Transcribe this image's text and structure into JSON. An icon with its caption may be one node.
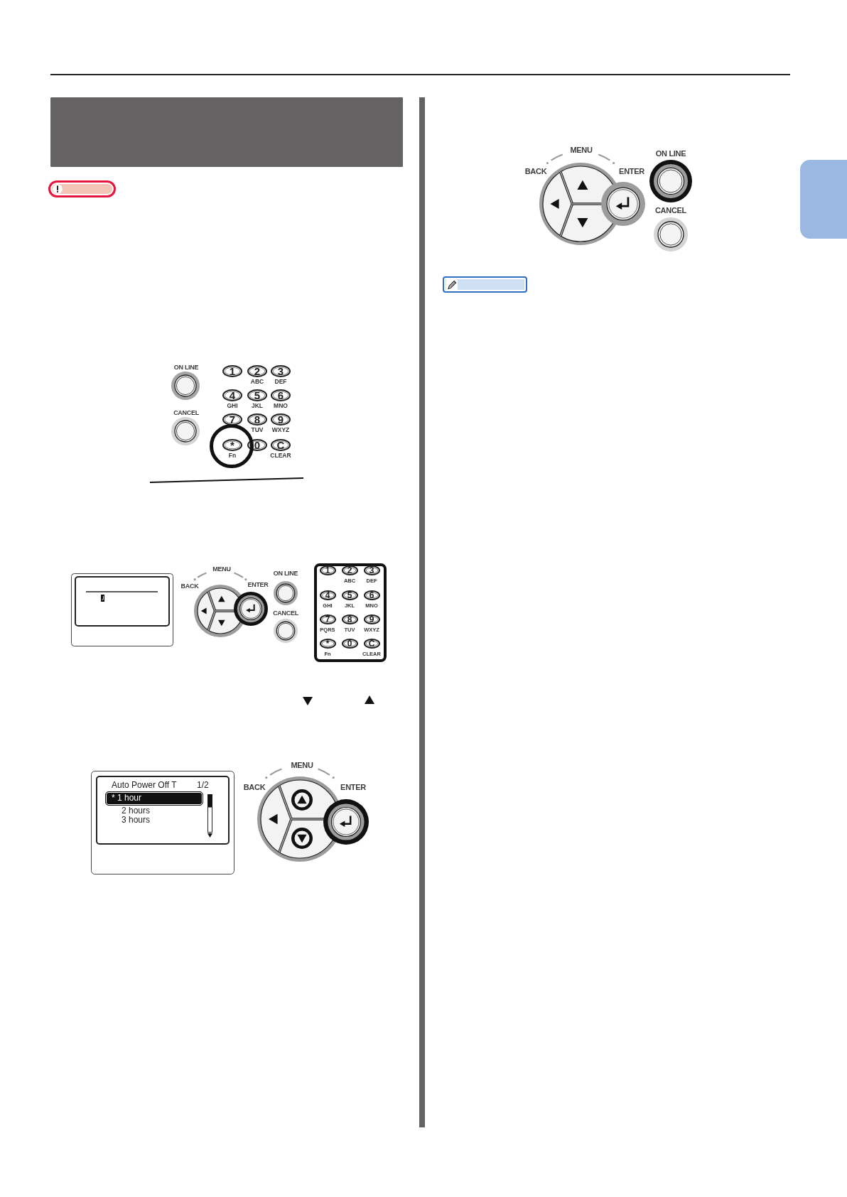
{
  "diagram": {
    "nodes": [
      {
        "text": [],
        "shape": "box"
      },
      {
        "text": [
          "1"
        ]
      },
      {
        "text": [
          "2"
        ],
        "beside": [
          "ABC"
        ]
      },
      {
        "text": [
          "3"
        ],
        "beside": [
          "DEF"
        ]
      },
      {
        "text": [
          "4"
        ],
        "beside": [
          "GHI"
        ]
      },
      {
        "text": [
          "5"
        ],
        "beside": [
          "JKL"
        ]
      },
      {
        "text": [
          "6"
        ],
        "beside": [
          "MNO"
        ]
      },
      {
        "text": [
          "7"
        ]
      },
      {
        "text": [
          "8"
        ],
        "beside": [
          "TUV"
        ]
      },
      {
        "text": [
          "9"
        ],
        "beside": [
          "WXYZ"
        ]
      },
      {
        "text": [
          "*"
        ],
        "beside": [
          "Fn"
        ]
      },
      {
        "text": [
          "0"
        ]
      },
      {
        "text": [
          "C"
        ],
        "beside": [
          "CLEAR"
        ]
      },
      {
        "text": [],
        "shape": "box"
      },
      {
        "text": [
          "1"
        ],
        "in": 13
      },
      {
        "text": [
          "2"
        ],
        "beside": [
          "ABC"
        ],
        "in": 13
      },
      {
        "text": [
          "3"
        ],
        "beside": [
          "DEF"
        ],
        "in": 13
      },
      {
        "text": [
          "4"
        ],
        "beside": [
          "GHI"
        ],
        "in": 13
      },
      {
        "text": [
          "5"
        ],
        "beside": [
          "JKL"
        ],
        "in": 13
      },
      {
        "text": [
          "6"
        ],
        "beside": [
          "MNO"
        ],
        "in": 13
      },
      {
        "text": [
          "7"
        ],
        "beside": [
          "PQRS"
        ],
        "in": 13
      },
      {
        "text": [
          "8"
        ],
        "beside": [
          "TUV"
        ],
        "in": 13
      },
      {
        "text": [
          "9"
        ],
        "beside": [
          "WXYZ"
        ],
        "in": 13
      },
      {
        "text": [
          "*"
        ],
        "beside": [
          "Fn"
        ],
        "in": 13
      },
      {
        "text": [
          "0"
        ],
        "in": 13
      },
      {
        "text": [
          "C"
        ],
        "beside": [
          "CLEAR"
        ],
        "in": 13
      },
      {
        "text": [
          "Auto Power Off T",
          "1/2",
          "2 hours",
          "3 hours"
        ]
      },
      {
        "text": [
          "* 1 hour"
        ],
        "in": 26
      },
      {
        "text": [],
        "shape": "bar",
        "in": 26
      },
      {
        "text": [],
        "shape": "box"
      }
    ],
    "labels": [
      "ON LINE",
      "CANCEL",
      "MENU",
      "BACK",
      "ENTER",
      "ON LINE",
      "CANCEL",
      "MENU",
      "BACK",
      "ENTER",
      "MENU",
      "BACK",
      "ENTER",
      "ON LINE",
      "CANCEL"
    ]
  }
}
